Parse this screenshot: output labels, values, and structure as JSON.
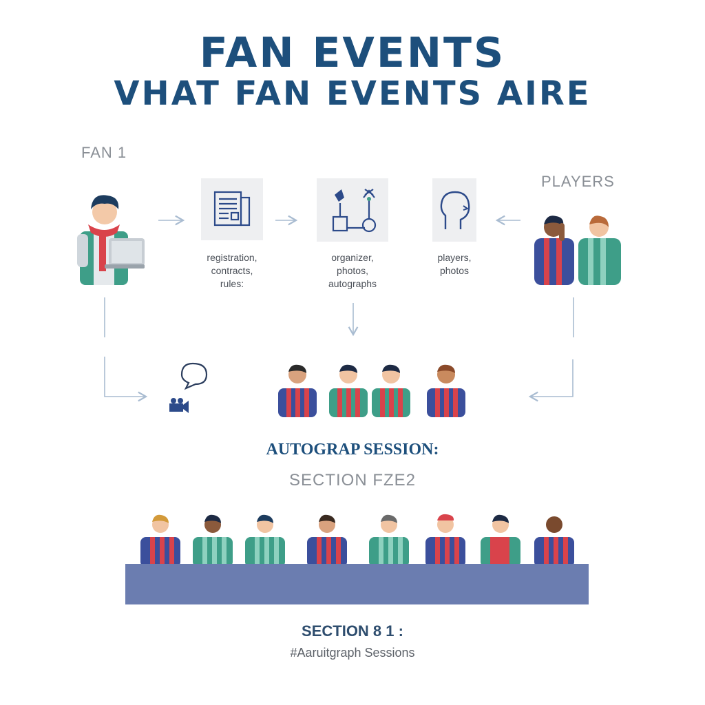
{
  "header": {
    "title": "FAN EVENTS",
    "subtitle": "VHAT FAN EVENTS AIRE"
  },
  "left": {
    "label": "FAN 1"
  },
  "right": {
    "label": "PLAYERS"
  },
  "cards": [
    {
      "icon": "document-icon",
      "lines": [
        "registration,",
        "contracts,",
        "rules:"
      ]
    },
    {
      "icon": "organizer-icon",
      "lines": [
        "organizer,",
        "photos,",
        "autographs"
      ]
    },
    {
      "icon": "head-profile-icon",
      "lines": [
        "players,",
        "photos"
      ]
    }
  ],
  "middle": {
    "heading": "AUTOGRAP SESSION:",
    "subheading": "SECTION FZE2"
  },
  "footer": {
    "heading": "SECTION 8 1 :",
    "caption": "#Aaruitgraph Sessions"
  },
  "colors": {
    "navy": "#1d4f7c",
    "jersey_red": "#d9434b",
    "jersey_blue": "#3b4f9c",
    "jersey_teal": "#3e9e88",
    "table": "#6b7db0"
  }
}
